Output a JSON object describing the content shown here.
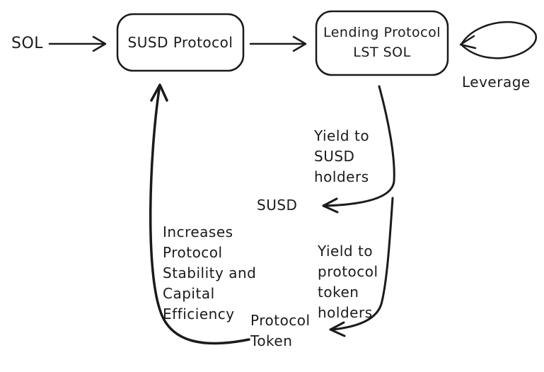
{
  "diagram": {
    "nodes": {
      "sol": "SOL",
      "susd_protocol": "SUSD Protocol",
      "lending_protocol": "Lending Protocol\nLST SOL",
      "leverage": "Leverage",
      "susd": "SUSD",
      "protocol_token": "Protocol\nToken"
    },
    "annotations": {
      "yield_susd": "Yield to\nSUSD\nholders",
      "yield_token": "Yield to\nprotocol\ntoken\nholders",
      "increases": "Increases\nProtocol\nStability and\nCapital\nEfficiency"
    },
    "colors": {
      "stroke": "#1b1b1b",
      "background": "#ffffff"
    }
  }
}
